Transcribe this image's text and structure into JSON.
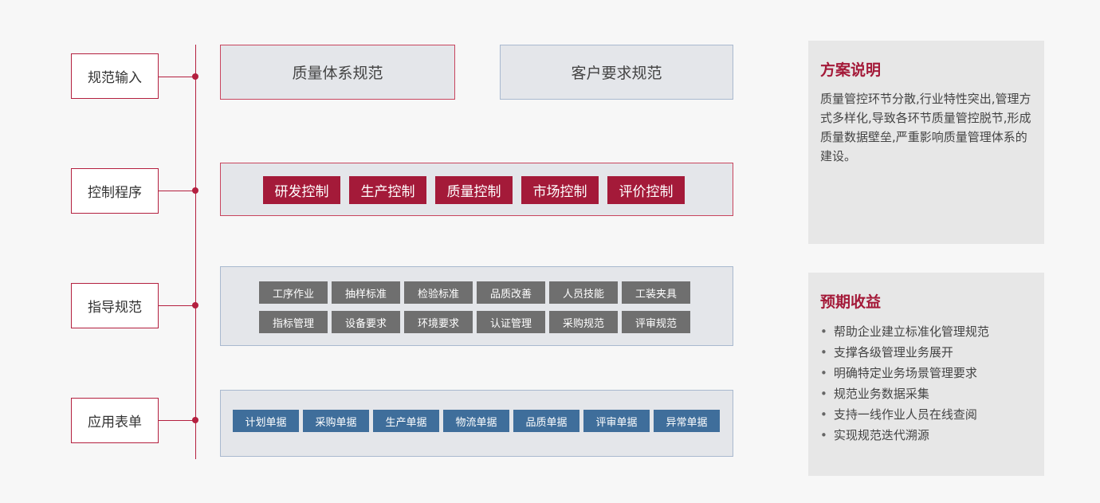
{
  "levels": {
    "input": "规范输入",
    "control": "控制程序",
    "guide": "指导规范",
    "forms": "应用表单"
  },
  "input_row": {
    "quality": "质量体系规范",
    "customer": "客户要求规范"
  },
  "control_row": [
    "研发控制",
    "生产控制",
    "质量控制",
    "市场控制",
    "评价控制"
  ],
  "guide_rows": [
    [
      "工序作业",
      "抽样标准",
      "检验标准",
      "品质改善",
      "人员技能",
      "工装夹具"
    ],
    [
      "指标管理",
      "设备要求",
      "环境要求",
      "认证管理",
      "采购规范",
      "评审规范"
    ]
  ],
  "form_row": [
    "计划单据",
    "采购单据",
    "生产单据",
    "物流单据",
    "品质单据",
    "评审单据",
    "异常单据"
  ],
  "plan": {
    "title": "方案说明",
    "body": "质量管控环节分散,行业特性突出,管理方式多样化,导致各环节质量管控脱节,形成质量数据壁垒,严重影响质量管理体系的建设。"
  },
  "benefits": {
    "title": "预期收益",
    "items": [
      "帮助企业建立标准化管理规范",
      "支撑各级管理业务展开",
      "明确特定业务场景管理要求",
      "规范业务数据采集",
      "支持一线作业人员在线查阅",
      "实现规范迭代溯源"
    ]
  },
  "colors": {
    "accent": "#a41a39",
    "gray_tag": "#6f6f6f",
    "blue_tag": "#3f6e9b"
  }
}
